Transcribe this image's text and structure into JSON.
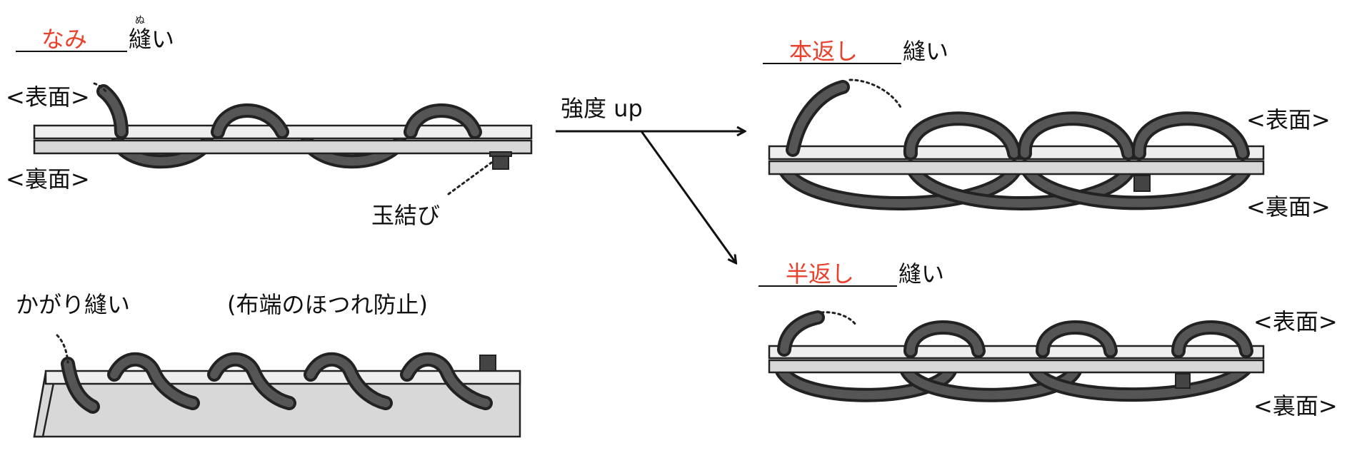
{
  "running": {
    "highlight": "なみ",
    "suffix": "縫い",
    "ruby": "ぬ",
    "front": "<表面>",
    "back": "<裏面>",
    "knot": "玉結び"
  },
  "arrow_label": "強度 up",
  "backstitch": {
    "highlight": "本返し",
    "suffix": "縫い",
    "front": "<表面>",
    "back": "<裏面>"
  },
  "half_backstitch": {
    "highlight": "半返し",
    "suffix": "縫い",
    "front": "<表面>",
    "back": "<裏面>"
  },
  "overcast": {
    "title": "かがり縫い",
    "note": "(布端のほつれ防止)"
  },
  "colors": {
    "highlight": "#e8412c",
    "thread": "#444444",
    "cloth": "#d8d8d8"
  }
}
